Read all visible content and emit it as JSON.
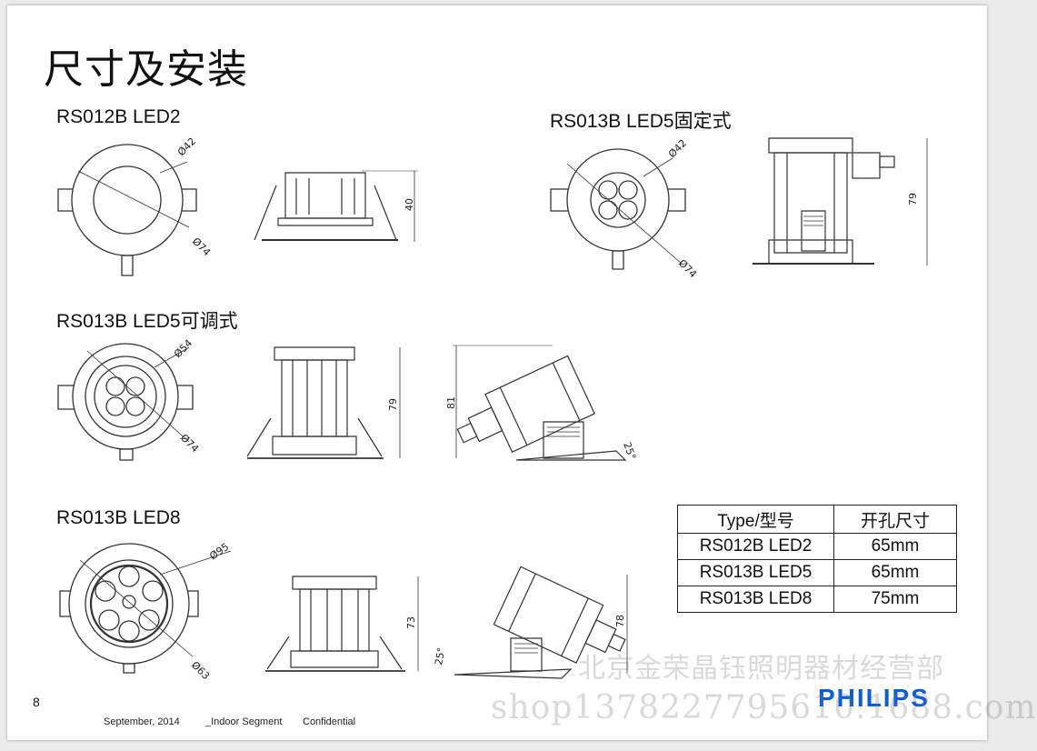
{
  "slide": {
    "title": "尺寸及安装",
    "sections": [
      {
        "label": "RS012B LED2",
        "dims": [
          "Ø42",
          "Ø74",
          "40"
        ]
      },
      {
        "label": "RS013B LED5固定式",
        "dims": [
          "Ø42",
          "Ø74",
          "79"
        ]
      },
      {
        "label": "RS013B LED5可调式",
        "dims": [
          "Ø54",
          "Ø74",
          "79",
          "81",
          "25°"
        ]
      },
      {
        "label": "RS013B LED8",
        "dims": [
          "Ø95",
          "Ø63",
          "73",
          "78",
          "25°"
        ]
      }
    ],
    "table": {
      "headers": [
        "Type/型号",
        "开孔尺寸"
      ],
      "rows": [
        [
          "RS012B LED2",
          "65mm"
        ],
        [
          "RS013B LED5",
          "65mm"
        ],
        [
          "RS013B LED8",
          "75mm"
        ]
      ]
    },
    "footer": {
      "page": "8",
      "date": "September, 2014",
      "segment": "_Indoor Segment",
      "confidential": "Confidential",
      "brand": "PHILIPS",
      "brand_color": "#0b5ed7"
    },
    "watermark": {
      "line1": "北京金荣晶钰照明器材经营部",
      "line2": "shop1378227795610.1688.com"
    }
  }
}
